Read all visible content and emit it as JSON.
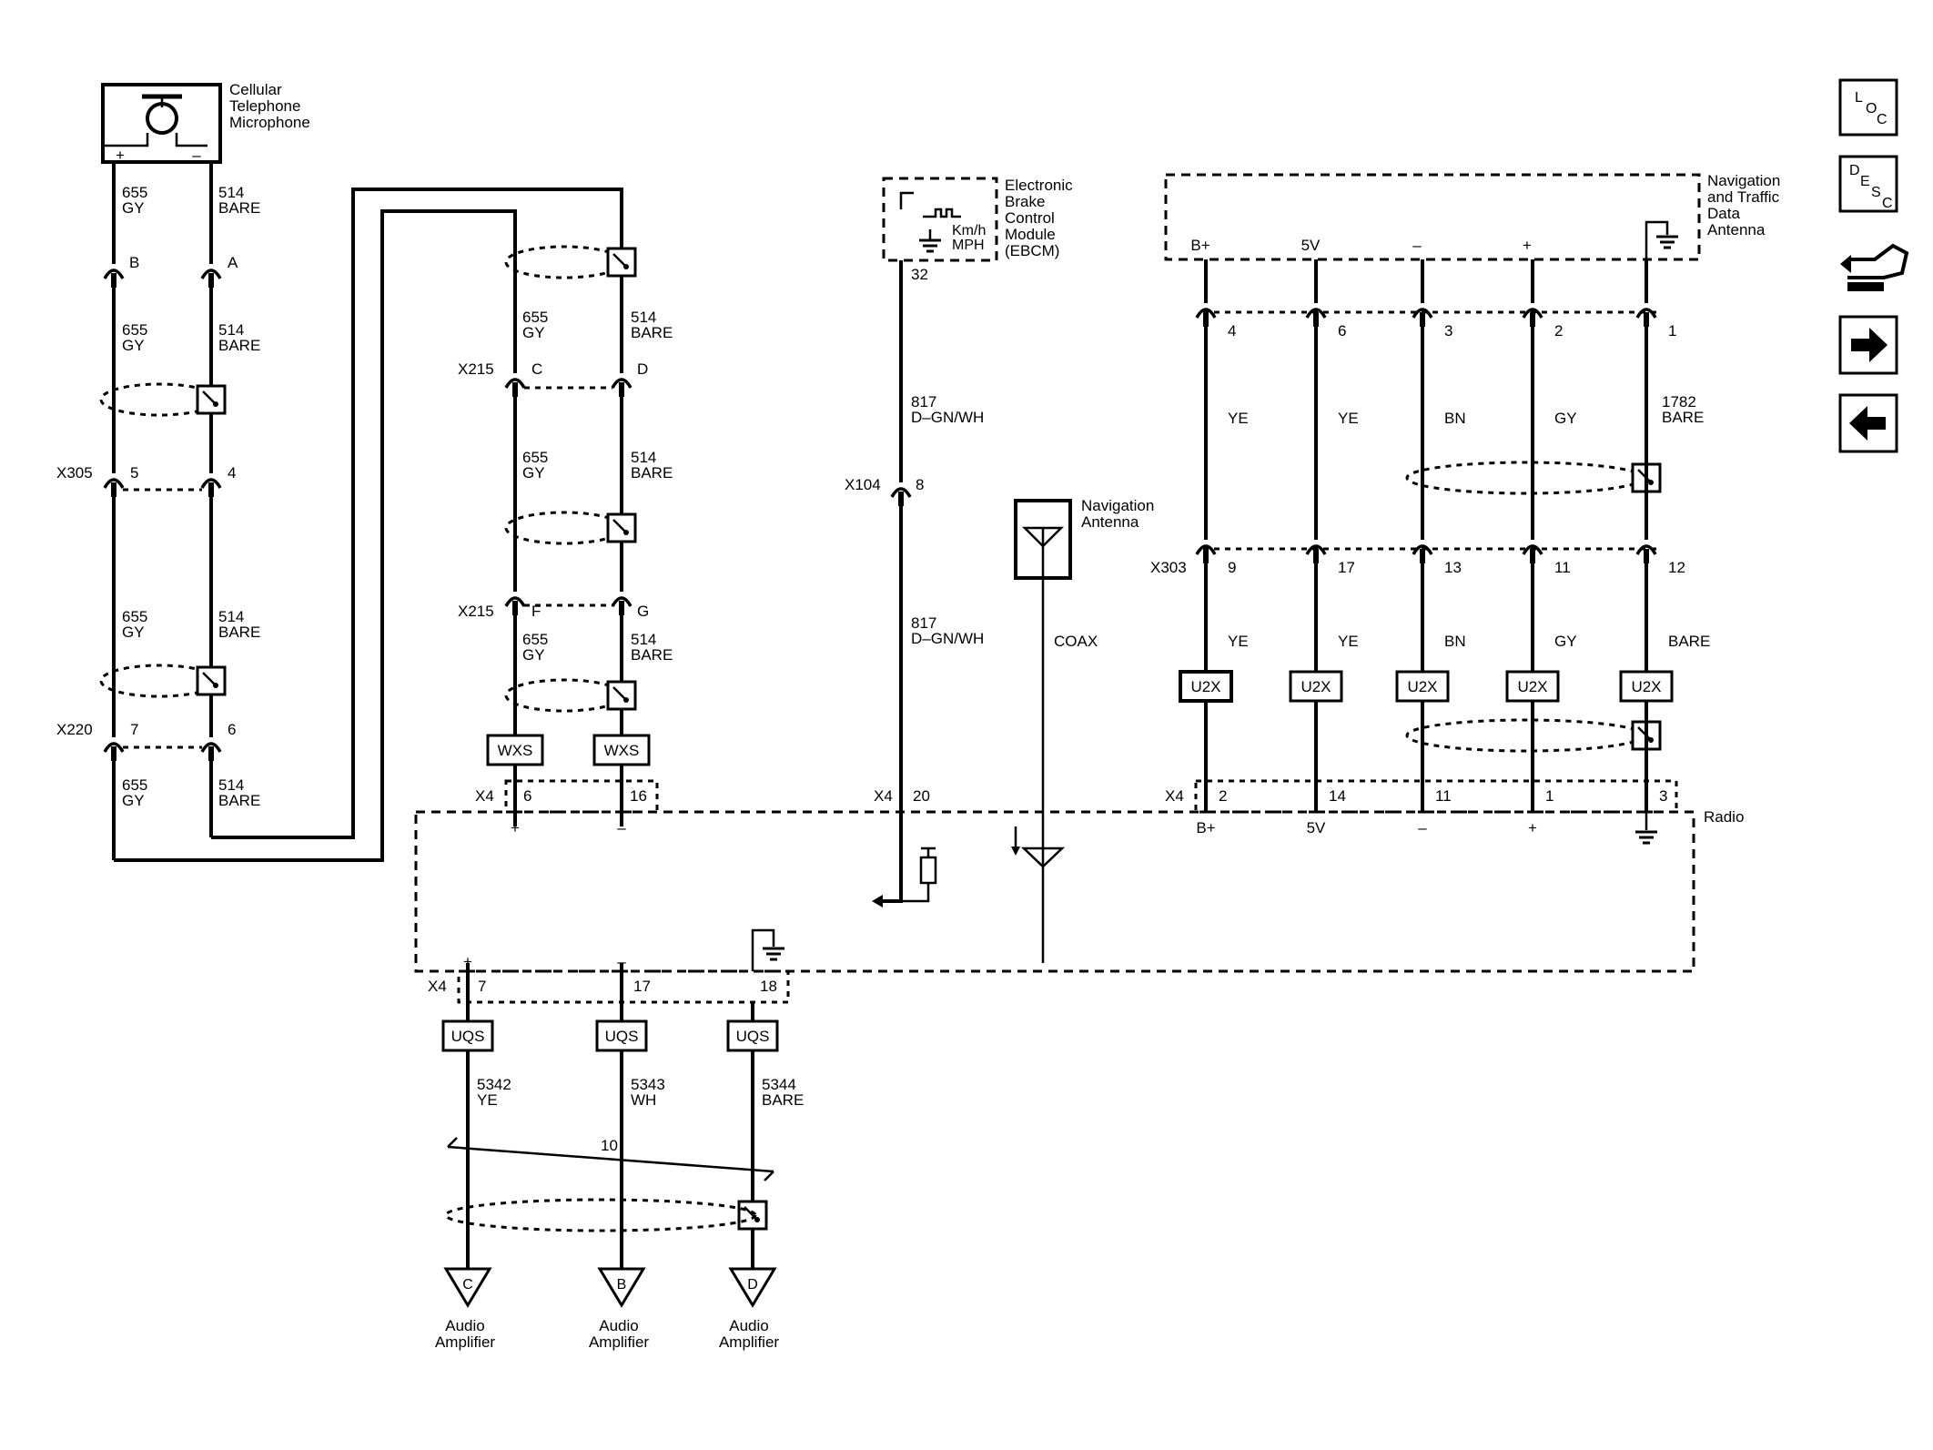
{
  "components": {
    "microphone": [
      "Cellular",
      "Telephone",
      "Microphone"
    ],
    "ebcm": [
      "Electronic",
      "Brake",
      "Control",
      "Module",
      "(EBCM)"
    ],
    "ebcm_symbol": [
      "Km/h",
      "MPH"
    ],
    "nav_traffic_antenna": [
      "Navigation",
      "and Traffic",
      "Data",
      "Antenna"
    ],
    "nav_antenna": [
      "Navigation",
      "Antenna"
    ],
    "radio": "Radio",
    "audio_amplifier": [
      "Audio",
      "Amplifier"
    ]
  },
  "polarity": {
    "plus": "+",
    "minus": "–"
  },
  "connectors": {
    "X305": "X305",
    "X220": "X220",
    "X215": "X215",
    "X104": "X104",
    "X303": "X303",
    "X4": "X4"
  },
  "mic_pins": {
    "b": "B",
    "a": "A",
    "x305_left": "5",
    "x305_right": "4",
    "x220_left": "7",
    "x220_right": "6"
  },
  "wire_labels": {
    "w655_gy": [
      "655",
      "GY"
    ],
    "w514_bare": [
      "514",
      "BARE"
    ],
    "w817": [
      "817",
      "D–GN/WH"
    ],
    "w1782": [
      "1782",
      "BARE"
    ],
    "coax": "COAX",
    "w5342": [
      "5342",
      "YE"
    ],
    "w5343": [
      "5343",
      "WH"
    ],
    "w5344": [
      "5344",
      "BARE"
    ]
  },
  "x215_pins": {
    "c": "C",
    "d": "D",
    "f": "F",
    "g": "G"
  },
  "ebcm_pin": "32",
  "x104_pin": "8",
  "radio_x4_pins": {
    "mic_plus": "6",
    "mic_minus": "16",
    "speed": "20",
    "amp_plus": "7",
    "amp_minus": "17",
    "amp_drain": "18"
  },
  "nav_columns": [
    {
      "antenna_label": "B+",
      "top_pin": "4",
      "color": "YE",
      "x303_pin": "9",
      "x4_pin": "2",
      "radio_label": "B+"
    },
    {
      "antenna_label": "5V",
      "top_pin": "6",
      "color": "YE",
      "x303_pin": "17",
      "x4_pin": "14",
      "radio_label": "5V"
    },
    {
      "antenna_label": "–",
      "top_pin": "3",
      "color": "BN",
      "x303_pin": "13",
      "x4_pin": "11",
      "radio_label": "–"
    },
    {
      "antenna_label": "+",
      "top_pin": "2",
      "color": "GY",
      "x303_pin": "11",
      "x4_pin": "1",
      "radio_label": "+"
    },
    {
      "antenna_label": "",
      "top_pin": "1",
      "color": "BARE",
      "x303_pin": "12",
      "x4_pin": "3",
      "radio_label": ""
    }
  ],
  "options": {
    "wxs": "WXS",
    "u2x": "U2X",
    "uqs": "UQS"
  },
  "twist_count": "10",
  "amp_pins": {
    "c": "C",
    "b": "B",
    "d": "D"
  },
  "side_buttons": {
    "loc": [
      "L",
      "O",
      "C"
    ],
    "desc": [
      "D",
      "E",
      "S",
      "C"
    ]
  }
}
